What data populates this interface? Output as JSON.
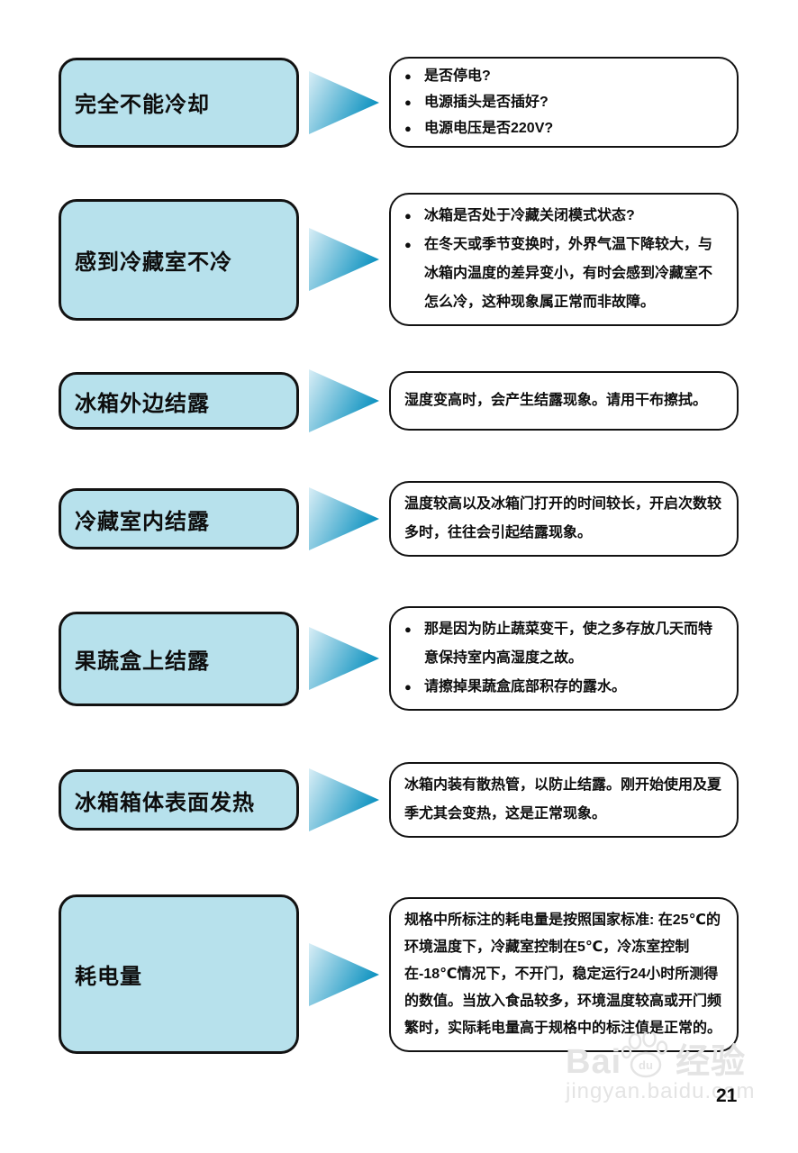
{
  "page": {
    "number": "21"
  },
  "icons": {
    "bullet": "●",
    "arrow": "arrow-right",
    "paw": "baidu-paw"
  },
  "colors": {
    "symptom_box_fill": "#b7e1ec",
    "box_border": "#121212",
    "arrow_gradient_start": "#d9eef6",
    "arrow_gradient_end": "#0d92c0",
    "watermark_gray": "#e4e4e4"
  },
  "rows": [
    {
      "symptom": "完全不能冷却",
      "bullets": [
        "是否停电?",
        "电源插头是否插好?",
        "电源电压是否220V?"
      ]
    },
    {
      "symptom": "感到冷藏室不冷",
      "bullets": [
        "冰箱是否处于冷藏关闭模式状态?",
        "在冬天或季节变换时，外界气温下降较大，与冰箱内温度的差异变小，有时会感到冷藏室不怎么冷，这种现象属正常而非故障。"
      ]
    },
    {
      "symptom": "冰箱外边结露",
      "text": "湿度变高时，会产生结露现象。请用干布擦拭。"
    },
    {
      "symptom": "冷藏室内结露",
      "text": "温度较高以及冰箱门打开的时间较长，开启次数较多时，往往会引起结露现象。"
    },
    {
      "symptom": "果蔬盒上结露",
      "bullets": [
        "那是因为防止蔬菜变干，使之多存放几天而特意保持室内高湿度之故。",
        "请擦掉果蔬盒底部积存的露水。"
      ]
    },
    {
      "symptom": "冰箱箱体表面发热",
      "text": "冰箱内装有散热管，以防止结露。刚开始使用及夏季尤其会变热，这是正常现象。"
    },
    {
      "symptom": "耗电量",
      "text": "规格中所标注的耗电量是按照国家标准: 在25℃的环境温度下，冷藏室控制在5℃，冷冻室控制在-18℃情况下，不开门，稳定运行24小时所测得的数值。当放入食品较多，环境温度较高或开门频繁时，实际耗电量高于规格中的标注值是正常的。"
    }
  ],
  "watermark": {
    "brand_left": "Bai",
    "brand_right": "du",
    "brand_cn": "经验",
    "url": "jingyan.baidu.com"
  }
}
